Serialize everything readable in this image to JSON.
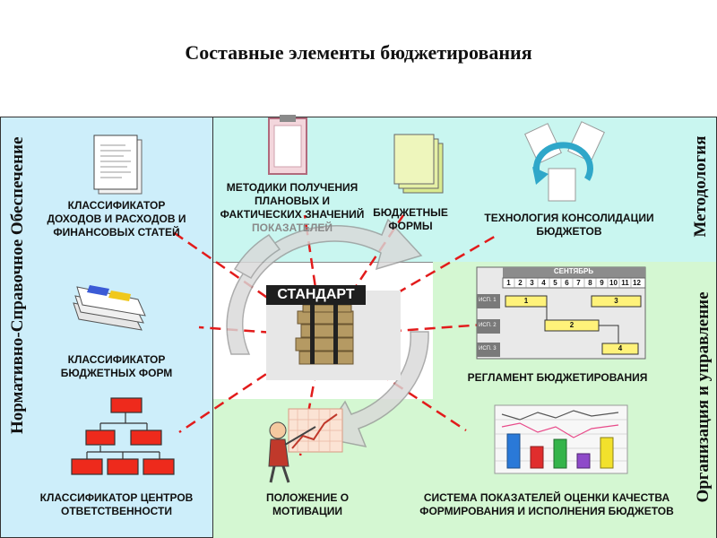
{
  "title": "Составные элементы бюджетирования",
  "vertical_labels": {
    "left": "Нормативно-Справочное Обеспечение",
    "top_right": "Методология",
    "bottom_right": "Организация и управление"
  },
  "center": {
    "label": "СТАНДАРТ"
  },
  "items": {
    "income_classifier": [
      "КЛАССИФИКАТОР",
      "ДОХОДОВ И РАСХОДОВ И",
      "ФИНАНСОВЫХ СТАТЕЙ"
    ],
    "form_classifier": [
      "КЛАССИФИКАТОР",
      "БЮДЖЕТНЫХ ФОРМ"
    ],
    "resp_classifier": [
      "КЛАССИФИКАТОР ЦЕНТРОВ",
      "ОТВЕТСТВЕННОСТИ"
    ],
    "methods": [
      "МЕТОДИКИ ПОЛУЧЕНИЯ",
      "ПЛАНОВЫХ И",
      "ФАКТИЧЕСКИХ ЗНАЧЕНИЙ",
      "ПОКАЗАТЕЛЕЙ"
    ],
    "budget_forms": [
      "БЮДЖЕТНЫЕ",
      "ФОРМЫ"
    ],
    "consolidation": [
      "ТЕХНОЛОГИЯ КОНСОЛИДАЦИИ",
      "БЮДЖЕТОВ"
    ],
    "regulation": [
      "РЕГЛАМЕНТ БЮДЖЕТИРОВАНИЯ"
    ],
    "motivation": [
      "ПОЛОЖЕНИЕ О",
      "МОТИВАЦИИ"
    ],
    "kpi_system": [
      "СИСТЕМА ПОКАЗАТЕЛЕЙ ОЦЕНКИ КАЧЕСТВА",
      "ФОРМИРОВАНИЯ И ИСПОЛНЕНИЯ БЮДЖЕТОВ"
    ]
  },
  "gantt": {
    "month": "СЕНТЯБРЬ",
    "days": [
      "1",
      "2",
      "3",
      "4",
      "5",
      "6",
      "7",
      "8",
      "9",
      "10",
      "11",
      "12"
    ],
    "rows": [
      "ИСП. 1",
      "ИСП. 2",
      "ИСП. 3"
    ],
    "bars": [
      "1",
      "3",
      "2",
      "4"
    ]
  },
  "colors": {
    "left_panel": "#cdeefa",
    "top_panel": "#c9f6f0",
    "bottom_panel": "#d4f7d2",
    "dash_lines": "#e21b1b",
    "org_boxes": "#ee2a1c",
    "gantt_bars": "#fff27a"
  }
}
